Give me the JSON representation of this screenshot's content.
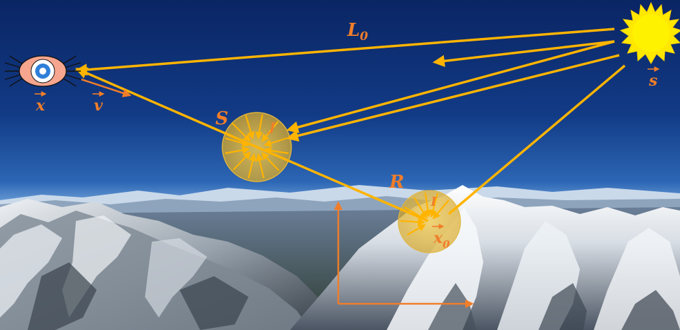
{
  "labels": {
    "L0": "L",
    "L0_sub": "0",
    "x_eye": "x",
    "v_dir": "v",
    "s_sun": "s",
    "S_scatter": "S",
    "J_in_S": "J",
    "R_reflect": "R",
    "I_in_R": "I",
    "x0_point": "x",
    "x0_sub": "0"
  },
  "colors": {
    "sky_top": "#0b2a6b",
    "sky_horizon": "#4f86d0",
    "ray": "#ffb400",
    "label": "#f07d2a",
    "sun": "#ffe800",
    "sphere": "#e8b93a",
    "axes": "#f07d2a",
    "eye_lid": "#f6a58e",
    "eye_iris": "#2e7fd9"
  },
  "icons": {
    "eye": "eye-icon",
    "sun": "sun-icon"
  }
}
